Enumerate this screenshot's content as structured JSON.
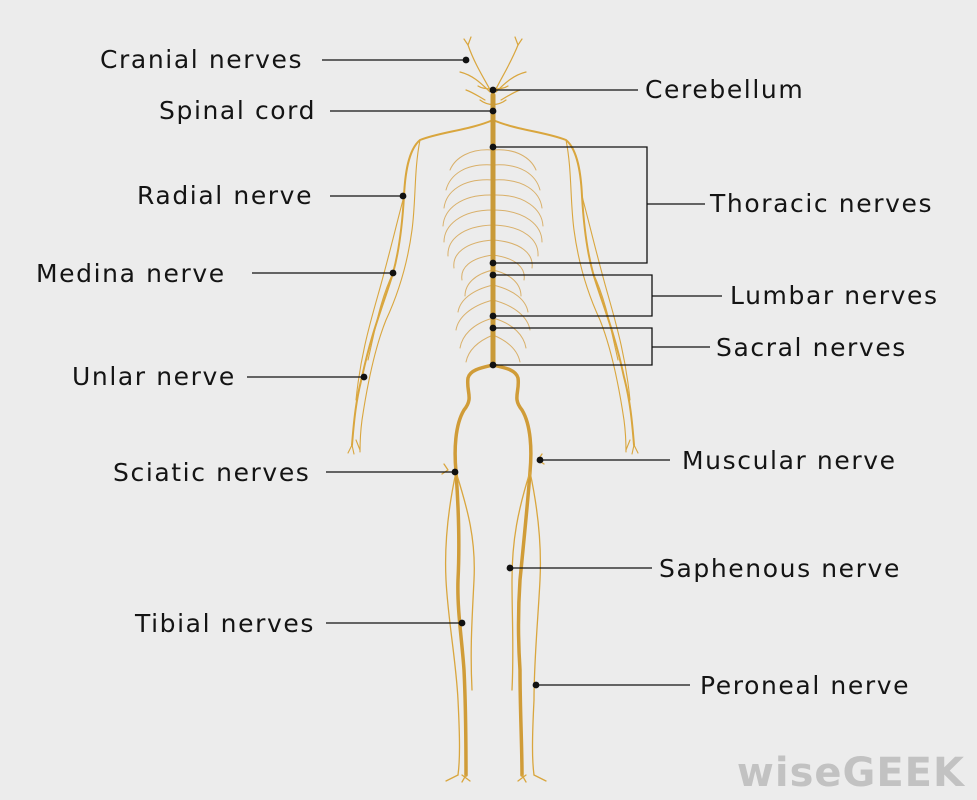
{
  "labels": {
    "cranial": "Cranial nerves",
    "spinal_cord": "Spinal cord",
    "radial": "Radial nerve",
    "medina": "Medina nerve",
    "unlar": "Unlar nerve",
    "sciatic": "Sciatic nerves",
    "tibial": "Tibial nerves",
    "cerebellum": "Cerebellum",
    "thoracic": "Thoracic nerves",
    "lumbar": "Lumbar nerves",
    "sacral": "Sacral nerves",
    "muscular": "Muscular nerve",
    "saphenous": "Saphenous nerve",
    "peroneal": "Peroneal nerve"
  },
  "watermark": {
    "lower": "wise",
    "upper": "GEEK"
  },
  "colors": {
    "background": "#ececec",
    "nerve": "#d9a63e",
    "nerve_dark": "#b9862a",
    "leader": "#111111",
    "watermark": "#c2c2c2"
  }
}
